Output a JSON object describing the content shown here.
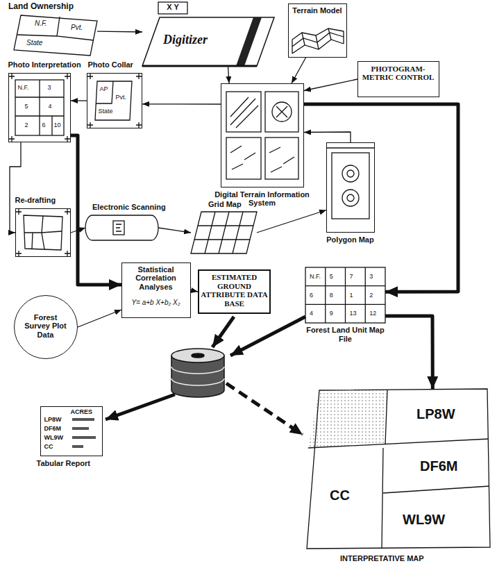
{
  "diagram": {
    "nodes": [
      {
        "text": [
          "Land Ownership",
          "N.F.",
          "Pvt.",
          "State"
        ]
      },
      {
        "text": [
          "X Y",
          "Digitizer"
        ]
      },
      {
        "text": [
          "Terrain Model"
        ]
      },
      {
        "text": [
          "PHOTOGRAM- METRIC CONTROL"
        ]
      },
      {
        "text": [
          "Photo Interpretation",
          "N.F.",
          "3",
          "5",
          "4",
          "2",
          "6",
          "10"
        ]
      },
      {
        "text": [
          "Photo Collar",
          "AP",
          "Pvt.",
          "State"
        ]
      },
      {
        "text": [
          "Digital Terrain Information System"
        ]
      },
      {
        "text": [
          "Re-drafting"
        ]
      },
      {
        "text": [
          "Electronic Scanning"
        ]
      },
      {
        "text": [
          "Grid Map"
        ]
      },
      {
        "text": [
          "Polygon Map"
        ]
      },
      {
        "text": [
          "Statistical Correlation Analyses",
          "Y= a+b X+b₂ X₂"
        ]
      },
      {
        "text": [
          "ESTIMATED GROUND ATTRIBUTE DATA BASE"
        ]
      },
      {
        "text": [
          "Forest Land Unit Map File",
          "N.F.",
          "5",
          "7",
          "3",
          "6",
          "8",
          "1",
          "2",
          "4",
          "9",
          "13",
          "12"
        ]
      },
      {
        "text": [
          "Forest Survey Plot Data"
        ]
      },
      {
        "text": [
          "Tabular Report",
          "ACRES",
          "LP8W",
          "DF6M",
          "WL9W",
          "CC"
        ]
      },
      {
        "text": [
          "INTERPRETATIVE MAP",
          "LP8W",
          "DF6M",
          "CC",
          "WL9W"
        ]
      }
    ],
    "edges": [
      {
        "from": 0,
        "to": 1,
        "arrow": "to"
      },
      {
        "from": 1,
        "to": 6,
        "arrow": "to"
      },
      {
        "from": 2,
        "to": 6,
        "arrow": "to"
      },
      {
        "from": 3,
        "to": 6,
        "arrow": "to"
      },
      {
        "from": 6,
        "to": 5,
        "arrow": "to"
      },
      {
        "from": 5,
        "to": 4,
        "arrow": "to"
      },
      {
        "from": 4,
        "to": 7,
        "arrow": "to"
      },
      {
        "from": 7,
        "to": 8,
        "arrow": "to"
      },
      {
        "from": 8,
        "to": 9,
        "arrow": "to"
      },
      {
        "from": 9,
        "to": 10,
        "arrow": "to"
      },
      {
        "from": 10,
        "to": 6,
        "arrow": "to"
      },
      {
        "from": 6,
        "to": 13,
        "arrow": "to"
      },
      {
        "from": 4,
        "to": 11,
        "arrow": "to"
      },
      {
        "from": 14,
        "to": 11,
        "arrow": "to"
      },
      {
        "from": 11,
        "to": 12,
        "arrow": "to"
      },
      {
        "from": 13,
        "to": 16,
        "arrow": "to"
      }
    ]
  }
}
